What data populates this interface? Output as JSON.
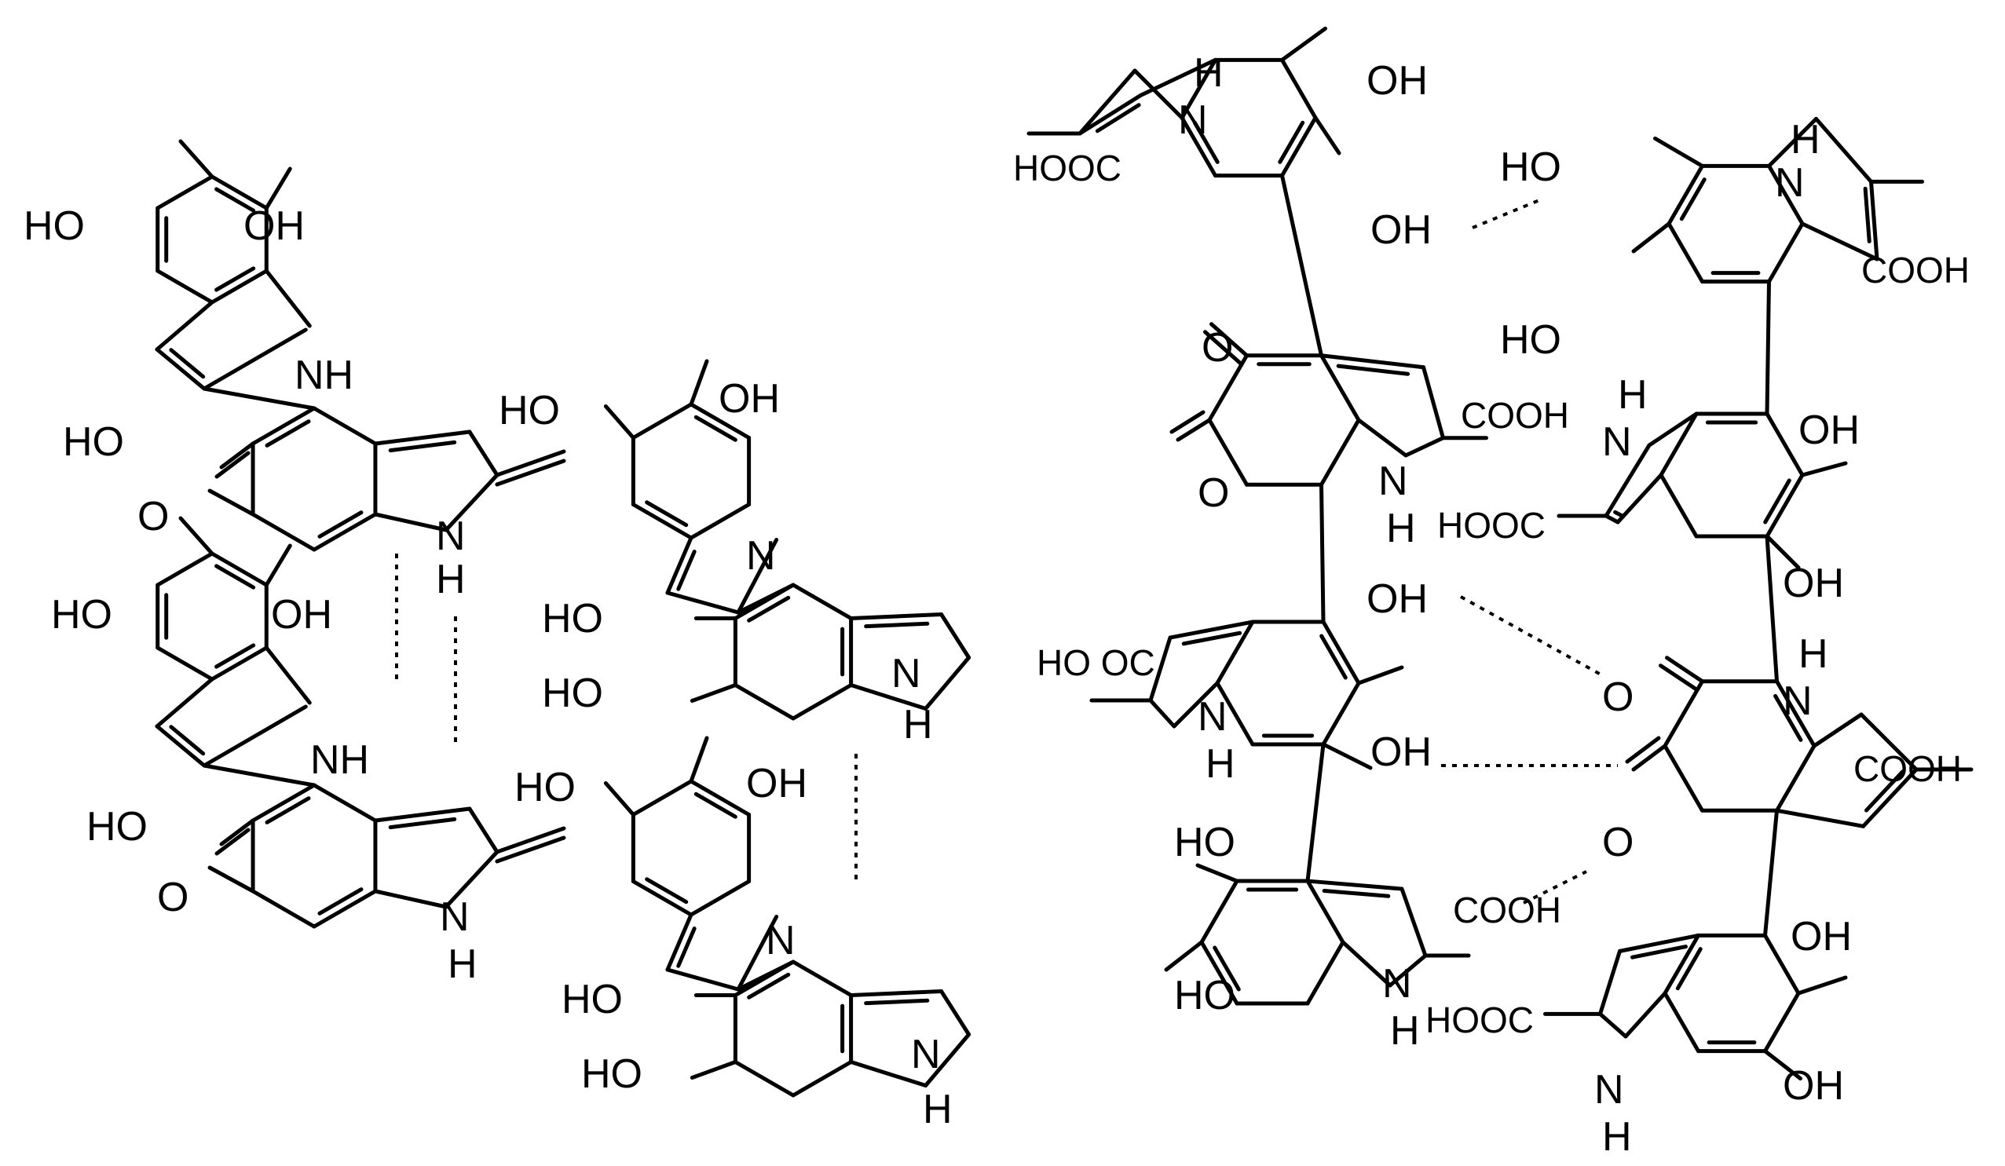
{
  "diagram": {
    "stroke_color": "#000000",
    "background": "#ffffff",
    "labels": {
      "ho": "HO",
      "oh": "OH",
      "nh": "NH",
      "n": "N",
      "h": "H",
      "o": "O",
      "cooh": "COOH",
      "hooc": "HOOC",
      "hooc_spaced": "HO OC"
    }
  }
}
